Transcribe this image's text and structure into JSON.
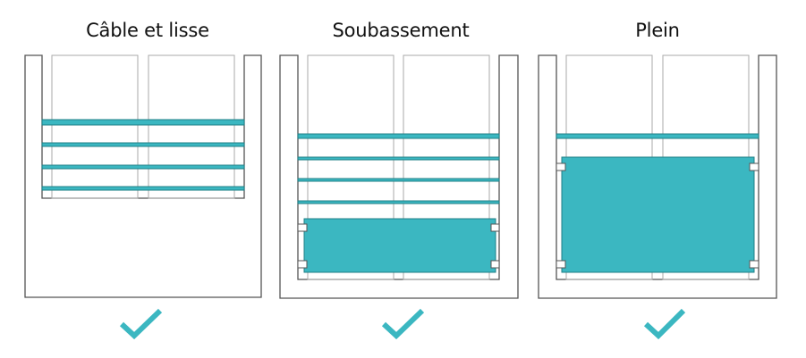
{
  "panels": [
    {
      "title": "Câble et lisse",
      "type": "cable-rail",
      "checked": true
    },
    {
      "title": "Soubassement",
      "type": "base-panel",
      "checked": true
    },
    {
      "title": "Plein",
      "type": "full-panel",
      "checked": true
    }
  ],
  "colors": {
    "teal": "#3bb7c1",
    "teal_stroke": "#1f7f86",
    "outline": "#555555",
    "post": "#aaaaaa",
    "check": "#3bb7c1"
  }
}
